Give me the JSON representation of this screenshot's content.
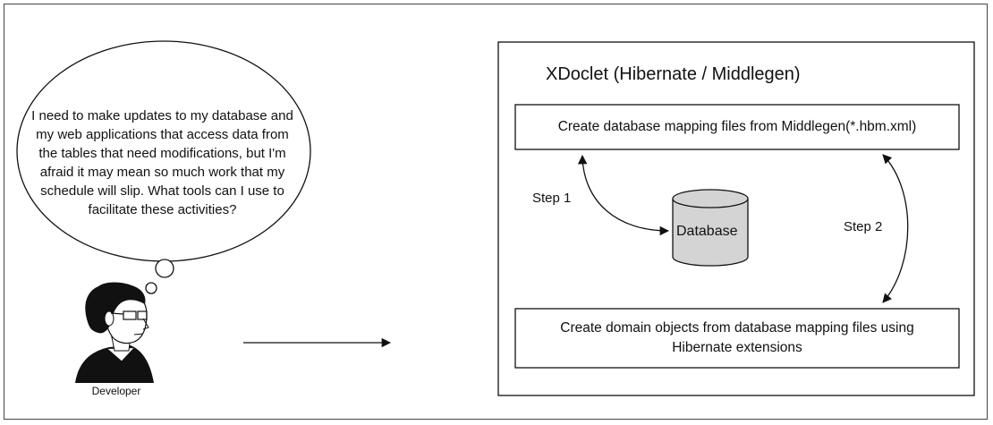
{
  "thought": {
    "text": "I need to make updates to my database and my web applications that access data from the tables that need modifications, but I'm afraid it may mean so much work that my schedule will slip. What tools can I use to facilitate these activities?"
  },
  "developer": {
    "label": "Developer"
  },
  "xdoclet": {
    "title": "XDoclet (Hibernate / Middlegen)",
    "step1_box": "Create database mapping files from Middlegen(*.hbm.xml)",
    "step2_box": "Create domain objects from database mapping files using Hibernate extensions",
    "database_label": "Database",
    "step1_label": "Step 1",
    "step2_label": "Step 2"
  }
}
